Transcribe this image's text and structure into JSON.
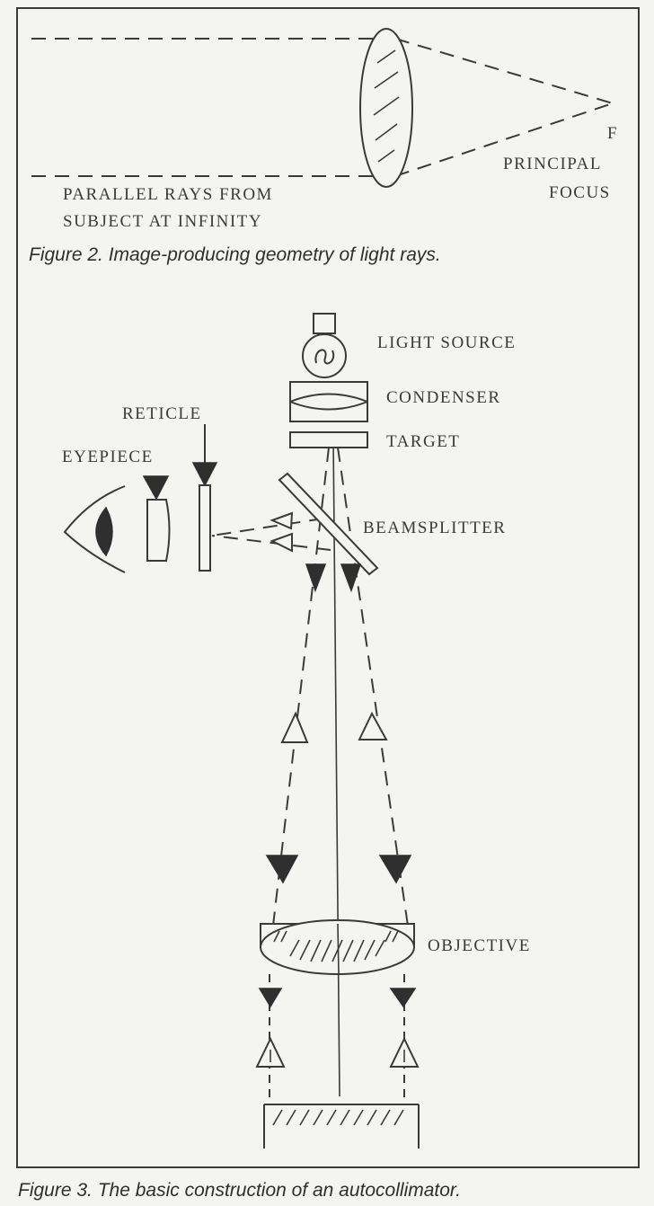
{
  "figure2": {
    "focus_letter": "F",
    "focus_label_line1": "PRINCIPAL",
    "focus_label_line2": "FOCUS",
    "rays_label_line1": "PARALLEL RAYS FROM",
    "rays_label_line2": "SUBJECT AT INFINITY",
    "caption": "Figure 2. Image-producing geometry of light rays."
  },
  "figure3": {
    "labels": {
      "light_source": "LIGHT SOURCE",
      "condenser": "CONDENSER",
      "target": "TARGET",
      "reticle": "RETICLE",
      "eyepiece": "EYEPIECE",
      "beamsplitter": "BEAMSPLITTER",
      "objective": "OBJECTIVE"
    },
    "caption": "Figure 3. The basic construction of an autocollimator."
  }
}
